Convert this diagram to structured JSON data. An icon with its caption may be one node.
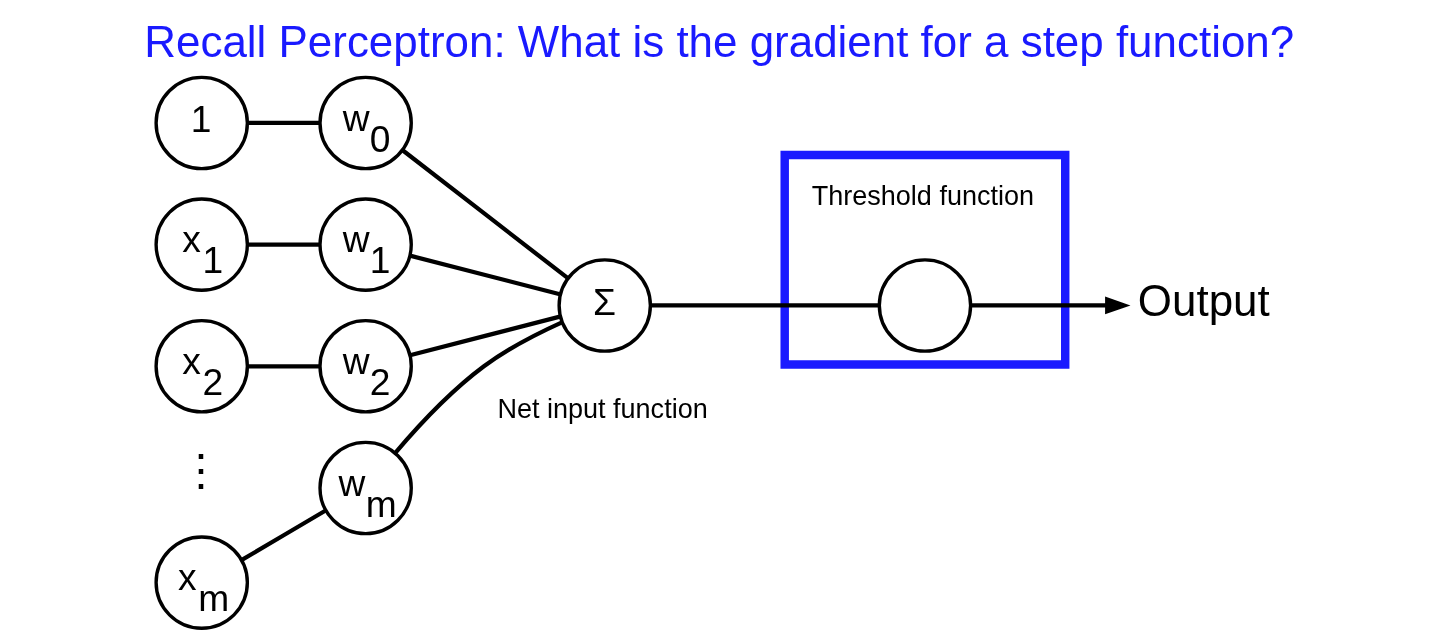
{
  "diagram": {
    "title": "Recall Perceptron: What is the gradient for a step function?",
    "nodes": [
      {
        "text": [
          "1"
        ]
      },
      {
        "text": [
          "w$_{0}$"
        ]
      },
      {
        "text": [
          "x$_{1}$"
        ]
      },
      {
        "text": [
          "w$_{1}$"
        ]
      },
      {
        "text": [
          "x$_{2}$"
        ]
      },
      {
        "text": [
          "w$_{2}$"
        ]
      },
      {
        "text": [
          "x$_{m}$"
        ]
      },
      {
        "text": [
          "w$_{m}$"
        ]
      },
      {
        "text": [
          "Σ"
        ],
        "beside": [
          "Net input function"
        ]
      },
      {
        "text": [],
        "shape": "box"
      },
      {
        "text": [],
        "shape": "circle",
        "in": 9,
        "beside": [
          "Threshold function"
        ]
      },
      {
        "text": [
          "Output"
        ]
      }
    ],
    "edges": [
      {
        "from": 0,
        "to": 1,
        "arrow": "none"
      },
      {
        "from": 2,
        "to": 3,
        "arrow": "none"
      },
      {
        "from": 4,
        "to": 5,
        "arrow": "none"
      },
      {
        "from": 6,
        "to": 7,
        "arrow": "none"
      },
      {
        "from": 1,
        "to": 8,
        "arrow": "none"
      },
      {
        "from": 3,
        "to": 8,
        "arrow": "none"
      },
      {
        "from": 5,
        "to": 8,
        "arrow": "none"
      },
      {
        "from": 7,
        "to": 8,
        "arrow": "none"
      },
      {
        "from": 8,
        "to": 10,
        "arrow": "none"
      },
      {
        "from": 10,
        "to": 11,
        "arrow": "to"
      }
    ],
    "labels": [
      "⋮"
    ]
  }
}
